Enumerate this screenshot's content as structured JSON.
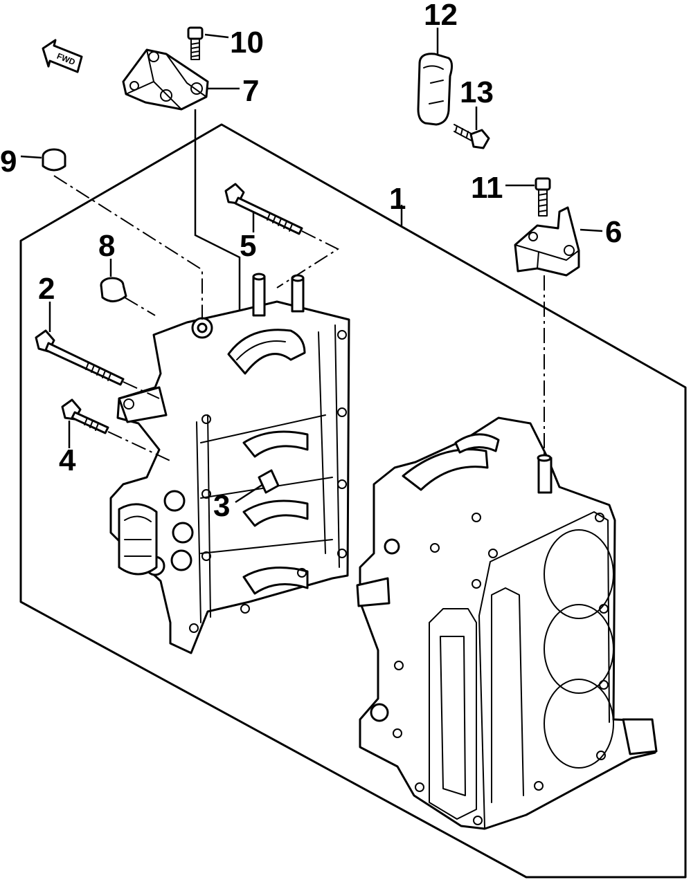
{
  "diagram": {
    "callouts": [
      {
        "id": "1",
        "label": "1"
      },
      {
        "id": "2",
        "label": "2"
      },
      {
        "id": "3",
        "label": "3"
      },
      {
        "id": "4",
        "label": "4"
      },
      {
        "id": "5",
        "label": "5"
      },
      {
        "id": "6",
        "label": "6"
      },
      {
        "id": "7",
        "label": "7"
      },
      {
        "id": "8",
        "label": "8"
      },
      {
        "id": "9",
        "label": "9"
      },
      {
        "id": "10",
        "label": "10"
      },
      {
        "id": "11",
        "label": "11"
      },
      {
        "id": "12",
        "label": "12"
      },
      {
        "id": "13",
        "label": "13"
      }
    ],
    "fwd_arrow_label": "FWD"
  }
}
